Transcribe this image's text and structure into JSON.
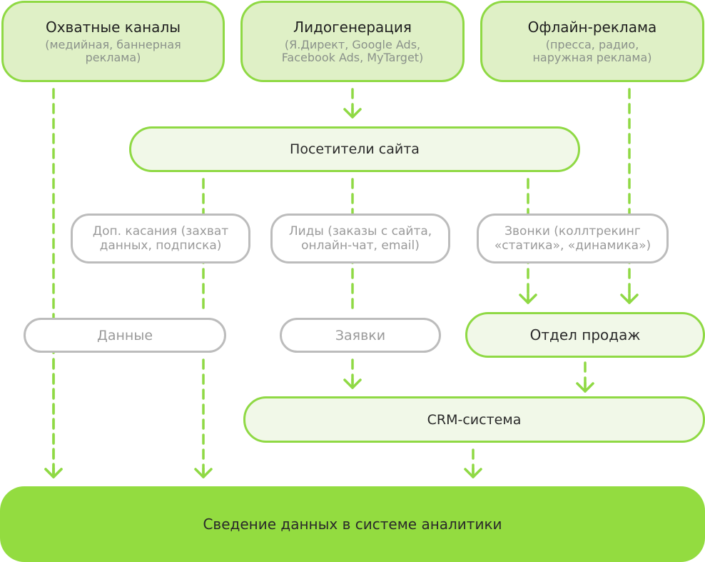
{
  "colors": {
    "accent": "#8fd944",
    "top_fill": "#dff0c6",
    "mid_fill": "#f1f8e8",
    "grey_border": "#bcbcbc",
    "final_fill": "#93dc40"
  },
  "sources": {
    "reach": {
      "title": "Охватные каналы",
      "subtitle": "(медийная, баннерная реклама)"
    },
    "leadgen": {
      "title": "Лидогенерация",
      "subtitle": "(Я.Директ, Google Ads, Facebook Ads, MyTarget)"
    },
    "offline": {
      "title": "Офлайн-реклама",
      "subtitle": "(пресса, радио, наружная реклама)"
    }
  },
  "visitors": {
    "label": "Посетители сайта"
  },
  "touchpoints": {
    "extra": {
      "label": "Доп. касания (захват данных, подписка)"
    },
    "leads": {
      "label": "Лиды (заказы с сайта, онлайн-чат, email)"
    },
    "calls": {
      "label": "Звонки (коллтрекинг «статика», «динамика»)"
    }
  },
  "outcomes": {
    "data": {
      "label": "Данные"
    },
    "requests": {
      "label": "Заявки"
    },
    "sales": {
      "label": "Отдел продаж"
    }
  },
  "crm": {
    "label": "CRM-система"
  },
  "analytics": {
    "label": "Сведение данных в системе аналитики"
  }
}
